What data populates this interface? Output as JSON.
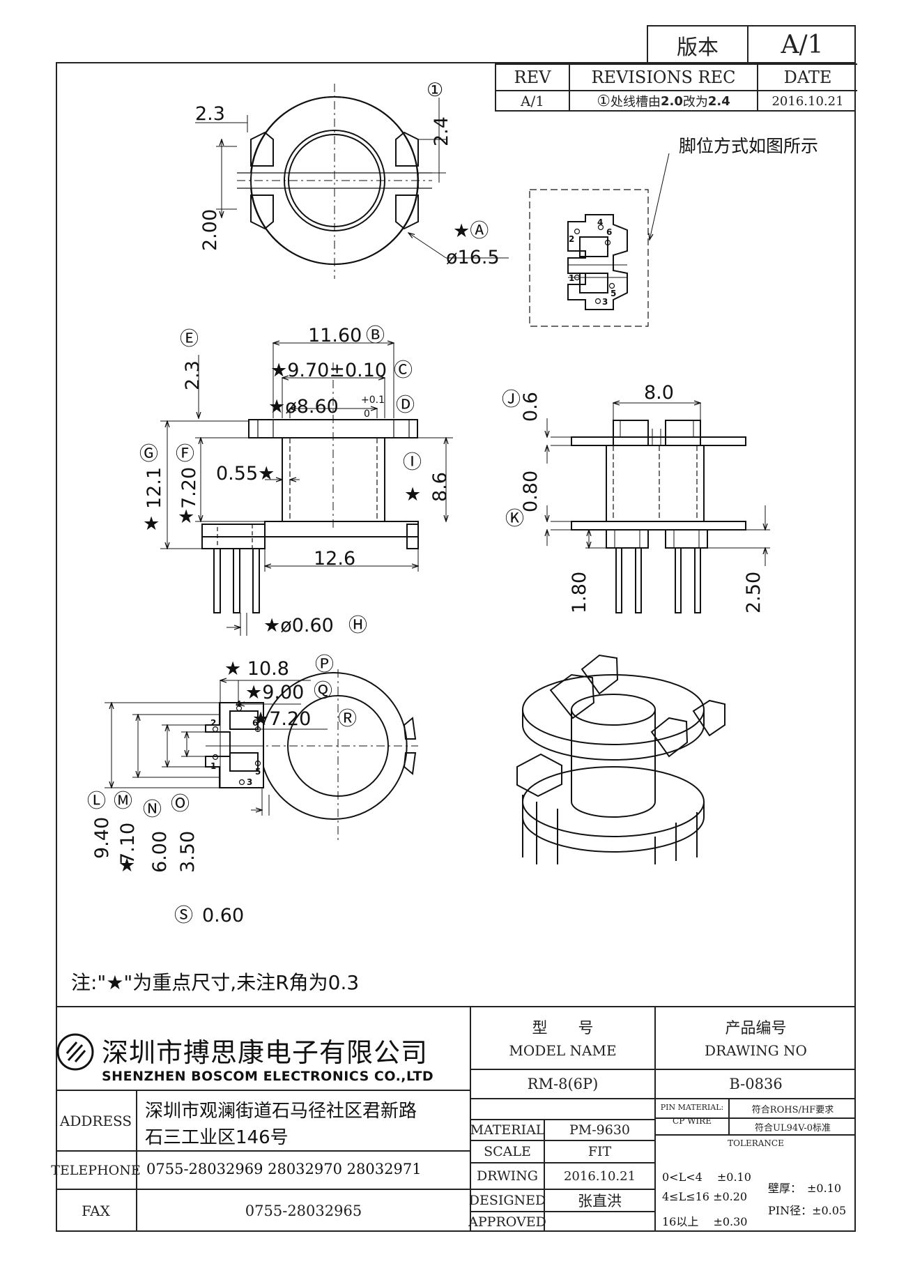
{
  "version_box": {
    "label": "版本",
    "value": "A/1"
  },
  "revision_table": {
    "headers": {
      "rev": "REV",
      "rec": "REVISIONS REC",
      "date": "DATE"
    },
    "row": {
      "rev": "A/1",
      "marker": "①",
      "text_a": "处线槽由",
      "from_value": "2.0",
      "text_b": "改为",
      "to_value": "2.4",
      "date": "2016.10.21"
    }
  },
  "pin_note": "脚位方式如图所示",
  "top_view": {
    "slot_width": "2.3",
    "slot_offset": "2.4",
    "mark_1": "①",
    "side_height": "2.00",
    "diameter": "ø16.5",
    "diameter_mark": "★Ⓐ"
  },
  "pin_layout_detail": {
    "pins": [
      "4",
      "2",
      "6",
      "1",
      "5",
      "3"
    ]
  },
  "front_view": {
    "e_mark": "Ⓔ",
    "e_dim": "2.3",
    "b_dim": "11.60",
    "b_mark": "Ⓑ",
    "c_dim": "★9.70±0.10",
    "c_mark": "Ⓒ",
    "d_dim": "★ø8.60",
    "d_tol_upper": "+0.1",
    "d_tol_lower": "0",
    "d_mark": "Ⓓ",
    "g_mark": "Ⓖ",
    "f_mark": "Ⓕ",
    "g_dim": "12.1",
    "f_dim": "7.20",
    "wall_dim": "0.55★",
    "i_mark": "Ⓘ",
    "i_dim": "8.6",
    "base_dim": "12.6",
    "pin_dim": "★ø0.60",
    "h_mark": "Ⓗ",
    "star": "★"
  },
  "side_view": {
    "j_mark": "Ⓙ",
    "j_dim": "0.6",
    "top_width": "8.0",
    "k_mark": "Ⓚ",
    "k_dim": "0.80",
    "pin_1": "1.80",
    "pin_2": "2.50"
  },
  "bottom_view": {
    "p_dim": "★ 10.8",
    "p_mark": "Ⓟ",
    "q_dim": "★9.00",
    "q_mark": "Ⓠ",
    "r_dim": "★7.20",
    "r_mark": "Ⓡ",
    "l_mark": "Ⓛ",
    "m_mark": "Ⓜ",
    "n_mark": "Ⓝ",
    "o_mark": "Ⓞ",
    "l_dim": "9.40",
    "m_dim": "7.10",
    "n_dim": "6.00",
    "o_dim": "3.50",
    "s_mark": "Ⓢ",
    "s_dim": "0.60",
    "star": "★"
  },
  "note": "注:\"★\"为重点尺寸,未注R角为0.3",
  "title_block": {
    "company_cn": "深圳市搏思康电子有限公司",
    "company_en": "SHENZHEN BOSCOM ELECTRONICS CO.,LTD",
    "address_label": "ADDRESS",
    "address_line1": "深圳市观澜街道石马径社区君新路",
    "address_line2": "石三工业区146号",
    "telephone_label": "TELEPHONE",
    "telephone": "0755-28032969 28032970 28032971",
    "fax_label": "FAX",
    "fax": "0755-28032965",
    "model_cn": "型　　号",
    "model_en": "MODEL NAME",
    "model": "RM-8(6P)",
    "material_label": "MATERIAL",
    "material": "PM-9630",
    "scale_label": "SCALE",
    "scale": "FIT",
    "drawing_label": "DRWING",
    "drawing_date": "2016.10.21",
    "designed_label": "DESIGNED",
    "designer": "张直洪",
    "approved_label": "APPROVED",
    "drawing_no_cn": "产品编号",
    "drawing_no_en": "DRAWING NO",
    "drawing_no": "B-0836",
    "pin_material_label": "PIN MATERIAL:",
    "pin_material": "CP WIRE",
    "rohs": "符合ROHS/HF要求",
    "ul": "符合UL94V-0标准",
    "tolerance_label": "TOLERANCE",
    "tol_1": "0<L<4　 ±0.10",
    "tol_2": "4≤L≤16 ±0.20",
    "tol_3": "16以上 　±0.30",
    "wall_tol": "壁厚：　±0.10",
    "pin_tol": "PIN径：±0.05"
  }
}
